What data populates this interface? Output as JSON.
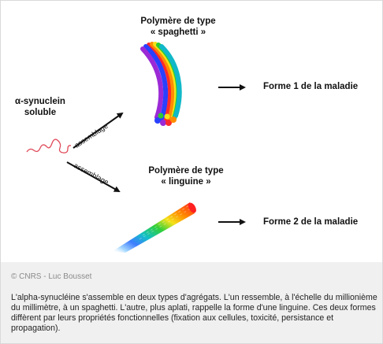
{
  "diagram": {
    "monomer": {
      "line1": "α-synuclein",
      "line2": "soluble"
    },
    "arrow_label_top": "assemblage",
    "arrow_label_bottom": "assemblage",
    "spaghetti": {
      "line1": "Polymère de type",
      "line2": "« spaghetti »"
    },
    "linguine": {
      "line1": "Polymère de type",
      "line2": "« linguine »"
    },
    "form1": "Forme 1 de la maladie",
    "form2": "Forme 2 de la maladie"
  },
  "caption": {
    "credit": "© CNRS - Luc Bousset",
    "text": "L'alpha-synucléine s'assemble en deux types d'agrégats. L'un ressemble, à l'échelle du millionième du millimètre, à un spaghetti. L'autre, plus aplati, rappelle la forme d'une linguine. Ces deux formes diffèrent par leurs propriétés fonctionnelles (fixation aux cellules, toxicité, persistance et propagation)."
  },
  "colors": {
    "rainbow": [
      "#ff1e1e",
      "#ff8a00",
      "#ffe600",
      "#2ecc2e",
      "#10b8c8",
      "#2a40ff",
      "#9b2ad6"
    ],
    "monomer": "#e04b5a"
  }
}
